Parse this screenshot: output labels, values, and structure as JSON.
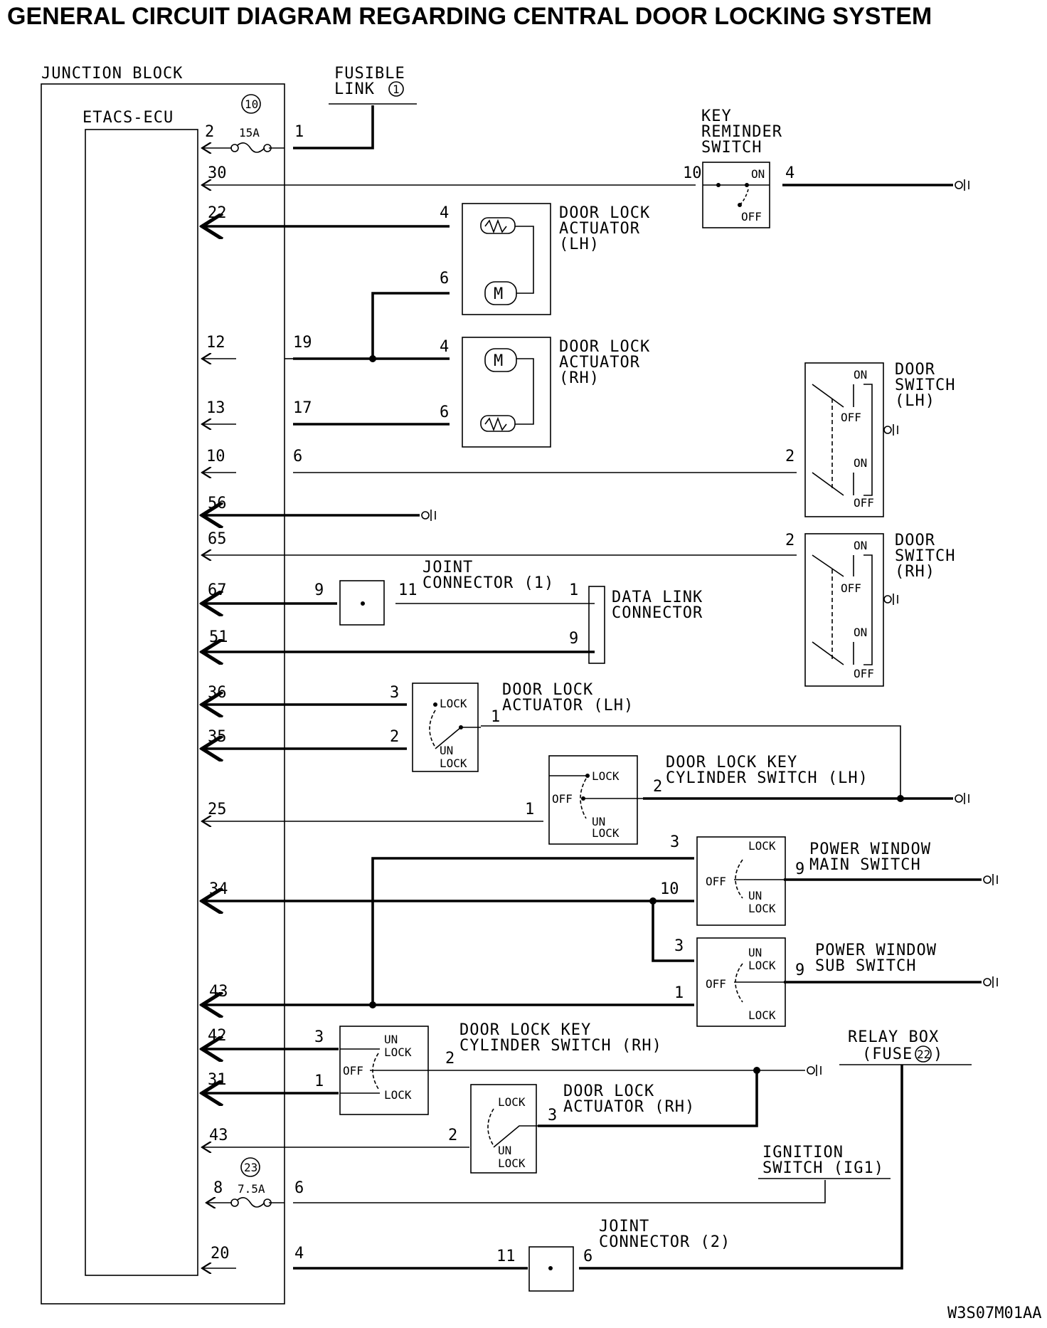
{
  "title": "GENERAL CIRCUIT DIAGRAM REGARDING CENTRAL DOOR LOCKING SYSTEM",
  "figure_code": "W3S07M01AA",
  "junction_block": {
    "label": "JUNCTION BLOCK",
    "ecu": "ETACS-ECU",
    "fuse_top": {
      "number": "10",
      "rating": "15A"
    },
    "fuse_bottom": {
      "number": "23",
      "rating": "7.5A"
    }
  },
  "fusible_link": {
    "line1": "FUSIBLE",
    "line2": "LINK",
    "number": "1"
  },
  "key_reminder_switch": {
    "line1": "KEY",
    "line2": "REMINDER",
    "line3": "SWITCH",
    "on": "ON",
    "off": "OFF"
  },
  "door_lock_actuator_lh_motor": {
    "line1": "DOOR LOCK",
    "line2": "ACTUATOR",
    "line3": "(LH)"
  },
  "door_lock_actuator_rh_motor": {
    "line1": "DOOR LOCK",
    "line2": "ACTUATOR",
    "line3": "(RH)"
  },
  "door_switch_lh": {
    "line1": "DOOR",
    "line2": "SWITCH",
    "line3": "(LH)",
    "on": "ON",
    "off": "OFF"
  },
  "door_switch_rh": {
    "line1": "DOOR",
    "line2": "SWITCH",
    "line3": "(RH)",
    "on": "ON",
    "off": "OFF"
  },
  "joint_connector_1": {
    "line1": "JOINT",
    "line2": "CONNECTOR (1)"
  },
  "joint_connector_2": {
    "line1": "JOINT",
    "line2": "CONNECTOR (2)"
  },
  "data_link_connector": {
    "line1": "DATA LINK",
    "line2": "CONNECTOR"
  },
  "door_lock_actuator_lh_switch": {
    "line1": "DOOR LOCK",
    "line2": "ACTUATOR (LH)"
  },
  "door_lock_actuator_rh_switch": {
    "line1": "DOOR LOCK",
    "line2": "ACTUATOR (RH)"
  },
  "key_cylinder_lh": {
    "line1": "DOOR LOCK KEY",
    "line2": "CYLINDER SWITCH (LH)"
  },
  "key_cylinder_rh": {
    "line1": "DOOR LOCK KEY",
    "line2": "CYLINDER SWITCH (RH)"
  },
  "power_window_main": {
    "line1": "POWER WINDOW",
    "line2": "MAIN SWITCH"
  },
  "power_window_sub": {
    "line1": "POWER WINDOW",
    "line2": "SUB SWITCH"
  },
  "relay_box": {
    "line1": "RELAY BOX",
    "line2": "(FUSE",
    "fuse_number": "22",
    "line2_end": ")"
  },
  "ignition_switch": {
    "line1": "IGNITION",
    "line2": "SWITCH (IG1)"
  },
  "switch_words": {
    "lock": "LOCK",
    "un": "UN",
    "off": "OFF",
    "on": "ON"
  },
  "ecu_pins": [
    "2",
    "30",
    "22",
    "12",
    "13",
    "10",
    "56",
    "65",
    "67",
    "51",
    "36",
    "35",
    "25",
    "34",
    "43",
    "42",
    "31",
    "43",
    "8",
    "20"
  ],
  "connector_pins": [
    "1",
    "19",
    "17",
    "6",
    "4"
  ]
}
